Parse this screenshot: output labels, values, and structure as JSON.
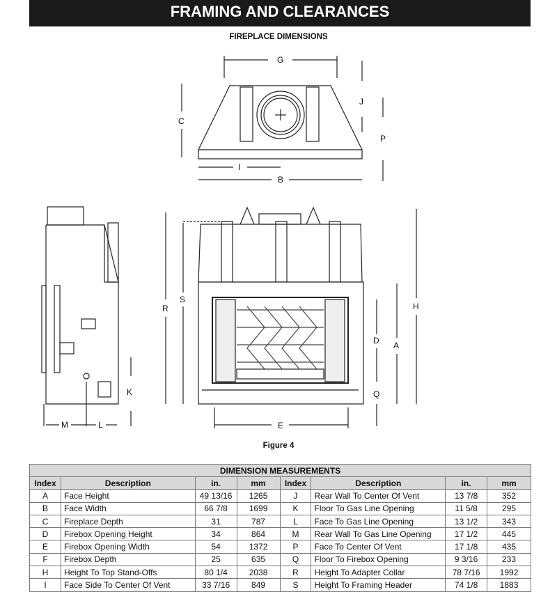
{
  "title": "FRAMING AND CLEARANCES",
  "subtitle": "FIREPLACE DIMENSIONS",
  "figure_caption": "Figure 4",
  "labels": {
    "G": "G",
    "J": "J",
    "C": "C",
    "P": "P",
    "I": "I",
    "B": "B",
    "R": "R",
    "S": "S",
    "H": "H",
    "D": "D",
    "A": "A",
    "Q": "Q",
    "E": "E",
    "K": "K",
    "M": "M",
    "L": "L"
  },
  "table": {
    "caption": "DIMENSION MEASUREMENTS",
    "headers": [
      "Index",
      "Description",
      "in.",
      "mm",
      "Index",
      "Description",
      "in.",
      "mm"
    ],
    "rows": [
      [
        "A",
        "Face Height",
        "49 13/16",
        "1265",
        "J",
        "Rear Wall To Center Of Vent",
        "13 7/8",
        "352"
      ],
      [
        "B",
        "Face Width",
        "66 7/8",
        "1699",
        "K",
        "Floor To Gas Line Opening",
        "11 5/8",
        "295"
      ],
      [
        "C",
        "Fireplace Depth",
        "31",
        "787",
        "L",
        "Face To Gas Line Opening",
        "13 1/2",
        "343"
      ],
      [
        "D",
        "Firebox Opening Height",
        "34",
        "864",
        "M",
        "Rear Wall To Gas Line Opening",
        "17 1/2",
        "445"
      ],
      [
        "E",
        "Firebox Opening Width",
        "54",
        "1372",
        "P",
        "Face To Center Of Vent",
        "17 1/8",
        "435"
      ],
      [
        "F",
        "Firebox Depth",
        "25",
        "635",
        "Q",
        "Floor To Firebox Opening",
        "9 3/16",
        "233"
      ],
      [
        "H",
        "Height To Top Stand-Offs",
        "80 1/4",
        "2038",
        "R",
        "Height To Adapter Collar",
        "78 7/16",
        "1992"
      ],
      [
        "I",
        "Face Side To Center Of Vent",
        "33 7/16",
        "849",
        "S",
        "Height To Framing Header",
        "74 1/8",
        "1883"
      ]
    ]
  }
}
